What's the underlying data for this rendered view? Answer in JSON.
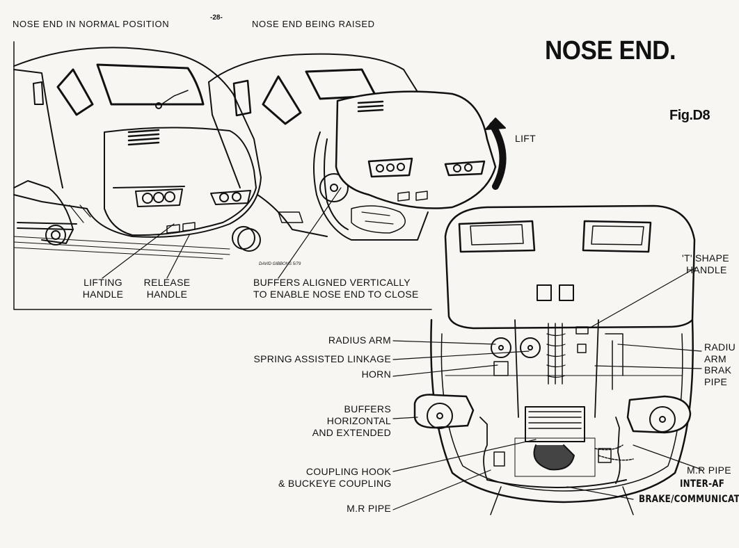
{
  "header": {
    "caption_left": "NOSE END IN NORMAL POSITION",
    "page_number": "-28-",
    "caption_right": "NOSE END BEING RAISED",
    "title": "NOSE END.",
    "figure": "Fig.D8"
  },
  "lift_label": "LIFT",
  "artist_signature": "DAVID GIBBONS 5/79",
  "labels": {
    "lifting_handle": [
      "LIFTING",
      "HANDLE"
    ],
    "release_handle": [
      "RELEASE",
      "HANDLE"
    ],
    "buffers_aligned": [
      "BUFFERS ALIGNED VERTICALLY",
      "TO ENABLE NOSE END TO CLOSE"
    ],
    "t_shape_handle": [
      "'T' SHAPE",
      "HANDLE"
    ],
    "radius_arm_left": "RADIUS ARM",
    "spring_linkage": "SPRING ASSISTED LINKAGE",
    "horn": "HORN",
    "buffers_horizontal": [
      "BUFFERS",
      "HORIZONTAL",
      "AND EXTENDED"
    ],
    "coupling_hook": [
      "COUPLING HOOK",
      "& BUCKEYE COUPLING"
    ],
    "mr_pipe_left": "M.R PIPE",
    "radius_arm_right": [
      "RADIU",
      "ARM"
    ],
    "brake_pipe_right": [
      "BRAK",
      "PIPE"
    ],
    "mr_pipe_right": "M.R PIPE",
    "inter_ap": "INTER-AF",
    "brake_comm": "BRAKE/COMMUNICAT"
  }
}
